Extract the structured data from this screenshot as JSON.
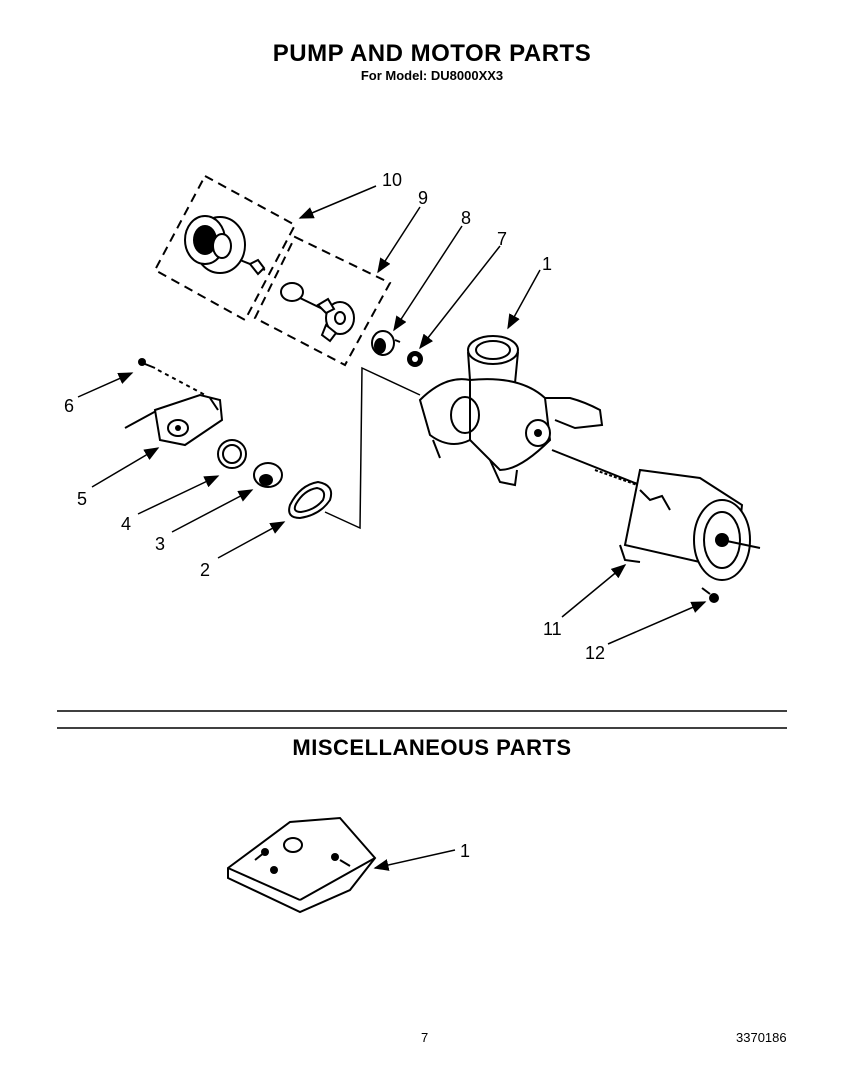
{
  "header": {
    "title": "PUMP AND MOTOR PARTS",
    "subtitle": "For Model: DU8000XX3"
  },
  "pump_section": {
    "callouts": [
      "1",
      "2",
      "3",
      "4",
      "5",
      "6",
      "7",
      "8",
      "9",
      "10",
      "11",
      "12"
    ]
  },
  "misc_section": {
    "title": "MISCELLANEOUS PARTS",
    "callouts": [
      "1"
    ]
  },
  "footer": {
    "page_number": "7",
    "document_number": "3370186"
  }
}
